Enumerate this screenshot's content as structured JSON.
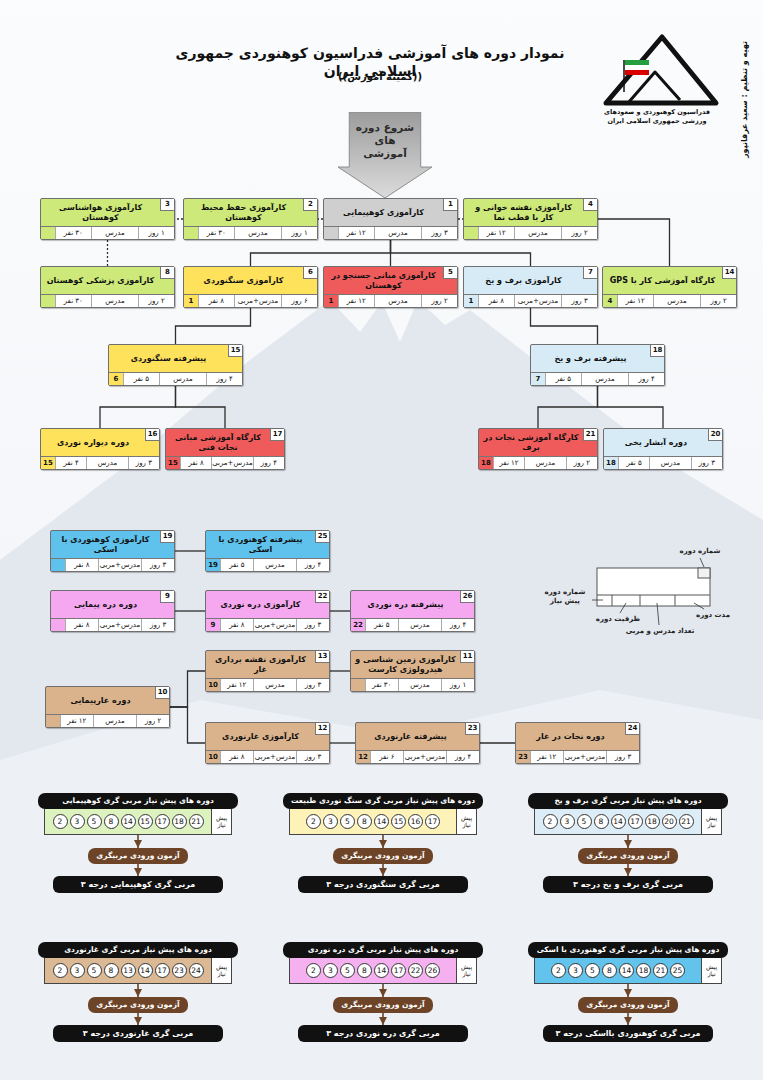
{
  "diagram": {
    "title": "نمودار دوره های آموزشی فدراسیون کوهنوردی جمهوری اسلامی ایران",
    "nodes": [
      {
        "text": [
          "شروع دوره های آموزشی"
        ]
      },
      {
        "text": [
          "4",
          "کارآموزی نقشه خوانی و کار با قطب نما",
          "۲ روز",
          "مدرس",
          "۱۲ نفر"
        ]
      },
      {
        "text": [
          "1",
          "کارآموزی کوهپیمایی",
          "۳ روز",
          "مدرس",
          "۱۲ نفر"
        ]
      },
      {
        "text": [
          "2",
          "کارآموزی حفظ محیط کوهستان",
          "۱ روز",
          "مدرس",
          "۳۰ نفر"
        ]
      },
      {
        "text": [
          "3",
          "کارآموزی هواشناسی کوهستان",
          "۱ روز",
          "مدرس",
          "۳۰ نفر"
        ]
      },
      {
        "text": [
          "14",
          "کارگاه آموزشی کار با GPS",
          "۲ روز",
          "مدرس",
          "۱۲ نفر",
          "4"
        ]
      },
      {
        "text": [
          "7",
          "کارآموزی برف و یخ",
          "۳ روز",
          "مدرس+مربی",
          "۸ نفر",
          "1"
        ]
      },
      {
        "text": [
          "5",
          "کارآموزی مبانی جستجو در کوهستان",
          "۲ روز",
          "مدرس",
          "۱۲ نفر",
          "1"
        ]
      },
      {
        "text": [
          "6",
          "کارآموزی سنگنوردی",
          "۶ روز",
          "مدرس+مربی",
          "۸ نفر",
          "1"
        ]
      },
      {
        "text": [
          "8",
          "کارآموزی پزشکی کوهستان",
          "۲ روز",
          "مدرس",
          "۳۰ نفر"
        ]
      },
      {
        "text": [
          "18",
          "پیشرفته برف و یخ",
          "۴ روز",
          "مدرس",
          "۵ نفر",
          "7"
        ]
      },
      {
        "text": [
          "15",
          "پیشرفته سنگنوردی",
          "۴ روز",
          "مدرس",
          "۵ نفر",
          "6"
        ]
      },
      {
        "text": [
          "20",
          "دوره آبشار یخی",
          "۳ روز",
          "مدرس",
          "۵ نفر",
          "18"
        ]
      },
      {
        "text": [
          "21",
          "کارگاه آموزشی نجات در برف",
          "۲ روز",
          "مدرس",
          "۱۲ نفر",
          "18"
        ]
      },
      {
        "text": [
          "17",
          "کارگاه آموزشی مبانی نجات فنی",
          "۴ روز",
          "مدرس+مربی",
          "۸ نفر",
          "15"
        ]
      },
      {
        "text": [
          "16",
          "دوره دیواره نوردی",
          "۳ روز",
          "مدرس",
          "۴ نفر",
          "15"
        ]
      },
      {
        "text": [
          "25",
          "پیشرفته کوهنوردی با اسکی",
          "۴ روز",
          "مدرس",
          "۵ نفر",
          "19"
        ]
      },
      {
        "text": [
          "19",
          "کارآموزی کوهنوردی با اسکی",
          "۳ روز",
          "مدرس+مربی",
          "۸ نفر"
        ]
      },
      {
        "text": [
          "26",
          "پیشرفته دره نوردی",
          "۴ روز",
          "مدرس",
          "۵ نفر",
          "22"
        ]
      },
      {
        "text": [
          "22",
          "کارآموزی دره نوردی",
          "۳ روز",
          "مدرس+مربی",
          "۸ نفر",
          "9"
        ]
      },
      {
        "text": [
          "9",
          "دوره دره پیمایی",
          "۳ روز",
          "مدرس+مربی",
          "۸ نفر"
        ]
      },
      {
        "text": [
          "11",
          "کارآموزی زمین شناسی و هیدرولوژی کارست",
          "۱ روز",
          "مدرس",
          "۳۰ نفر"
        ]
      },
      {
        "text": [
          "13",
          "کارآموزی نقشه برداری غار",
          "۳ روز",
          "مدرس",
          "۱۲ نفر",
          "10"
        ]
      },
      {
        "text": [
          "10",
          "دوره غارپیمایی",
          "۲ روز",
          "مدرس",
          "۱۲ نفر"
        ]
      },
      {
        "text": [
          "24",
          "دوره نجات در غار",
          "۳ روز",
          "مدرس+مربی",
          "۱۲ نفر",
          "23"
        ]
      },
      {
        "text": [
          "23",
          "پیشرفته غارنوردی",
          "۴ روز",
          "مدرس+مربی",
          "۶ نفر",
          "12"
        ]
      },
      {
        "text": [
          "12",
          "کارآموزی غارنوردی",
          "۳ روز",
          "مدرس+مربی",
          "۸ نفر",
          "10"
        ]
      },
      {
        "text": [
          "دوره های پیش نیاز مربی گری برف و یخ",
          "پیش نیاز"
        ]
      },
      {
        "text": [
          "2"
        ],
        "in": 27
      },
      {
        "text": [
          "3"
        ],
        "in": 27
      },
      {
        "text": [
          "5"
        ],
        "in": 27
      },
      {
        "text": [
          "8"
        ],
        "in": 27
      },
      {
        "text": [
          "14"
        ],
        "in": 27
      },
      {
        "text": [
          "17"
        ],
        "in": 27
      },
      {
        "text": [
          "18"
        ],
        "in": 27
      },
      {
        "text": [
          "20"
        ],
        "in": 27
      },
      {
        "text": [
          "21"
        ],
        "in": 27
      },
      {
        "text": [
          "آزمون ورودی مربیگری"
        ]
      },
      {
        "text": [
          "مربی گری برف و یخ درجه ۳"
        ]
      },
      {
        "text": [
          "دوره های پیش نیاز مربی گری سنگ نوردی طبیعت",
          "پیش نیاز"
        ]
      },
      {
        "text": [
          "2"
        ],
        "in": 39
      },
      {
        "text": [
          "3"
        ],
        "in": 39
      },
      {
        "text": [
          "5"
        ],
        "in": 39
      },
      {
        "text": [
          "8"
        ],
        "in": 39
      },
      {
        "text": [
          "14"
        ],
        "in": 39
      },
      {
        "text": [
          "15"
        ],
        "in": 39
      },
      {
        "text": [
          "16"
        ],
        "in": 39
      },
      {
        "text": [
          "17"
        ],
        "in": 39
      },
      {
        "text": [
          "آزمون ورودی مربیگری"
        ]
      },
      {
        "text": [
          "مربی گری سنگنوردی درجه ۳"
        ]
      },
      {
        "text": [
          "دوره های پیش نیاز مربی گری کوهپیمایی",
          "پیش نیاز"
        ]
      },
      {
        "text": [
          "2"
        ],
        "in": 50
      },
      {
        "text": [
          "3"
        ],
        "in": 50
      },
      {
        "text": [
          "5"
        ],
        "in": 50
      },
      {
        "text": [
          "8"
        ],
        "in": 50
      },
      {
        "text": [
          "14"
        ],
        "in": 50
      },
      {
        "text": [
          "15"
        ],
        "in": 50
      },
      {
        "text": [
          "17"
        ],
        "in": 50
      },
      {
        "text": [
          "18"
        ],
        "in": 50
      },
      {
        "text": [
          "21"
        ],
        "in": 50
      },
      {
        "text": [
          "آزمون ورودی مربیگری"
        ]
      },
      {
        "text": [
          "مربی گری کوهپیمایی درجه ۳"
        ]
      },
      {
        "text": [
          "دوره های پیش نیاز مربی گری کوهنوردی با اسکی",
          "پیش نیاز"
        ]
      },
      {
        "text": [
          "2"
        ],
        "in": 62
      },
      {
        "text": [
          "3"
        ],
        "in": 62
      },
      {
        "text": [
          "5"
        ],
        "in": 62
      },
      {
        "text": [
          "8"
        ],
        "in": 62
      },
      {
        "text": [
          "14"
        ],
        "in": 62
      },
      {
        "text": [
          "18"
        ],
        "in": 62
      },
      {
        "text": [
          "21"
        ],
        "in": 62
      },
      {
        "text": [
          "25"
        ],
        "in": 62
      },
      {
        "text": [
          "آزمون ورودی مربیگری"
        ]
      },
      {
        "text": [
          "مربی گری کوهنوردی بااسکی درجه ۳"
        ]
      },
      {
        "text": [
          "دوره های پیش نیاز مربی گری دره نوردی",
          "پیش نیاز"
        ]
      },
      {
        "text": [
          "2"
        ],
        "in": 73
      },
      {
        "text": [
          "3"
        ],
        "in": 73
      },
      {
        "text": [
          "5"
        ],
        "in": 73
      },
      {
        "text": [
          "8"
        ],
        "in": 73
      },
      {
        "text": [
          "14"
        ],
        "in": 73
      },
      {
        "text": [
          "17"
        ],
        "in": 73
      },
      {
        "text": [
          "22"
        ],
        "in": 73
      },
      {
        "text": [
          "26"
        ],
        "in": 73
      },
      {
        "text": [
          "آزمون ورودی مربیگری"
        ]
      },
      {
        "text": [
          "مربی گری دره نوردی درجه ۳"
        ]
      },
      {
        "text": [
          "دوره های پیش نیاز مربی گری غارنوردی",
          "پیش نیاز"
        ]
      },
      {
        "text": [
          "2"
        ],
        "in": 84
      },
      {
        "text": [
          "3"
        ],
        "in": 84
      },
      {
        "text": [
          "5"
        ],
        "in": 84
      },
      {
        "text": [
          "8"
        ],
        "in": 84
      },
      {
        "text": [
          "13"
        ],
        "in": 84
      },
      {
        "text": [
          "14"
        ],
        "in": 84
      },
      {
        "text": [
          "17"
        ],
        "in": 84
      },
      {
        "text": [
          "23"
        ],
        "in": 84
      },
      {
        "text": [
          "24"
        ],
        "in": 84
      },
      {
        "text": [
          "آزمون ورودی مربیگری"
        ]
      },
      {
        "text": [
          "مربی گری غارنوردی درجه ۳"
        ]
      }
    ],
    "edges": [
      {
        "from": 2,
        "to": 3,
        "arrow": "none"
      },
      {
        "from": 3,
        "to": 4,
        "arrow": "none"
      },
      {
        "from": 2,
        "to": 1,
        "arrow": "none"
      },
      {
        "from": 4,
        "to": 9,
        "arrow": "none"
      },
      {
        "from": 2,
        "to": 8,
        "arrow": "none"
      },
      {
        "from": 2,
        "to": 7,
        "arrow": "none"
      },
      {
        "from": 2,
        "to": 6,
        "arrow": "none"
      },
      {
        "from": 1,
        "to": 5,
        "arrow": "none"
      },
      {
        "from": 8,
        "to": 11,
        "arrow": "none"
      },
      {
        "from": 6,
        "to": 10,
        "arrow": "none"
      },
      {
        "from": 11,
        "to": 15,
        "arrow": "none"
      },
      {
        "from": 11,
        "to": 14,
        "arrow": "none"
      },
      {
        "from": 10,
        "to": 13,
        "arrow": "none"
      },
      {
        "from": 10,
        "to": 12,
        "arrow": "none"
      },
      {
        "from": 17,
        "to": 16,
        "arrow": "none"
      },
      {
        "from": 20,
        "to": 19,
        "arrow": "none"
      },
      {
        "from": 19,
        "to": 18,
        "arrow": "none"
      },
      {
        "from": 23,
        "to": 22,
        "arrow": "none"
      },
      {
        "from": 23,
        "to": 26,
        "arrow": "none"
      },
      {
        "from": 22,
        "to": 21,
        "arrow": "none"
      },
      {
        "from": 26,
        "to": 25,
        "arrow": "none"
      },
      {
        "from": 25,
        "to": 24,
        "arrow": "none"
      },
      {
        "from": 27,
        "to": 37,
        "arrow": "to"
      },
      {
        "from": 37,
        "to": 38,
        "arrow": "to"
      },
      {
        "from": 39,
        "to": 48,
        "arrow": "to"
      },
      {
        "from": 48,
        "to": 49,
        "arrow": "to"
      },
      {
        "from": 50,
        "to": 60,
        "arrow": "to"
      },
      {
        "from": 60,
        "to": 61,
        "arrow": "to"
      },
      {
        "from": 62,
        "to": 71,
        "arrow": "to"
      },
      {
        "from": 71,
        "to": 72,
        "arrow": "to"
      },
      {
        "from": 73,
        "to": 82,
        "arrow": "to"
      },
      {
        "from": 82,
        "to": 83,
        "arrow": "to"
      },
      {
        "from": 84,
        "to": 94,
        "arrow": "to"
      },
      {
        "from": 94,
        "to": 95,
        "arrow": "to"
      }
    ],
    "labels": [
      "((کمیته آموزش))",
      "فدراسیون کوهنوردی و صعودهای ورزشی جمهوری اسلامی ایران",
      "تهیه و تنظیم : سعید عرفانپور"
    ],
    "legend": [
      {
        "text": "شماره دوره"
      },
      {
        "text": "شماره دوره پیش نیاز"
      },
      {
        "text": "مدت دوره"
      },
      {
        "text": "تعداد مدرس و مربی"
      },
      {
        "text": "ظرفیت دوره"
      }
    ]
  }
}
